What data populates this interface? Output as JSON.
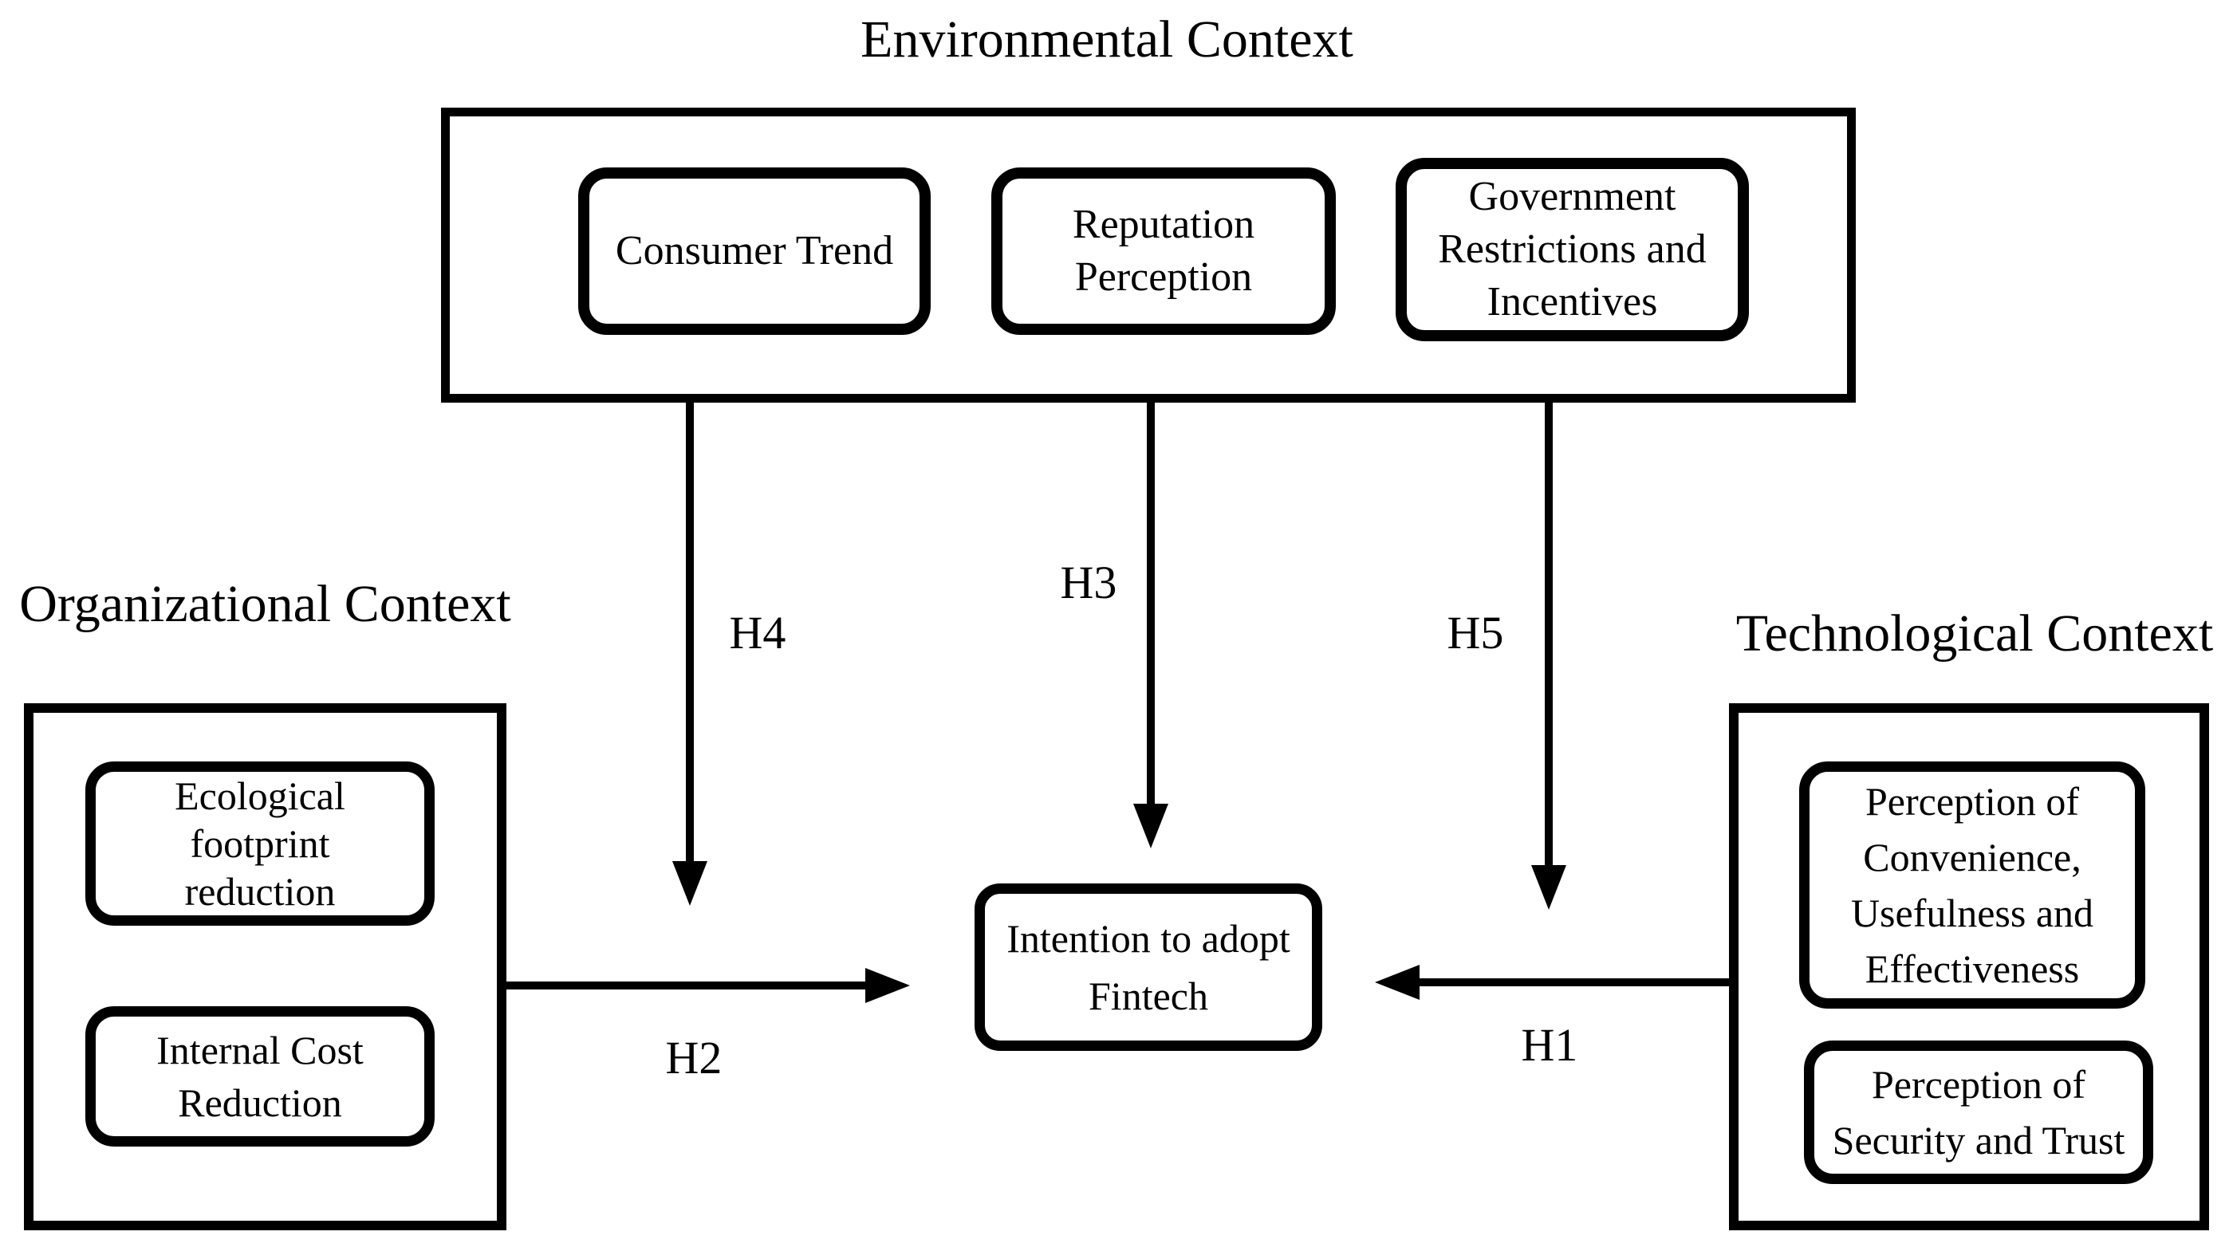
{
  "figure": {
    "colors": {
      "ink": "#000000",
      "background": "#ffffff"
    },
    "contexts": {
      "environmental": {
        "title": "Environmental Context",
        "factors": [
          "Consumer Trend",
          "Reputation\nPerception",
          "Government\nRestrictions and\nIncentives"
        ]
      },
      "organizational": {
        "title": "Organizational Context",
        "factors": [
          "Ecological\nfootprint\nreduction",
          "Internal Cost\nReduction"
        ]
      },
      "technological": {
        "title": "Technological Context",
        "factors": [
          "Perception of\nConvenience,\nUsefulness and\nEffectiveness",
          "Perception of\nSecurity and Trust"
        ]
      }
    },
    "outcome": "Intention to adopt\nFintech",
    "hypotheses": {
      "h1": "H1",
      "h2": "H2",
      "h3": "H3",
      "h4": "H4",
      "h5": "H5"
    },
    "arrows": [
      {
        "label": "H1",
        "from": "Technological Context",
        "to": "Intention to adopt Fintech",
        "direction": "left"
      },
      {
        "label": "H2",
        "from": "Organizational Context",
        "to": "Intention to adopt Fintech",
        "direction": "right"
      },
      {
        "label": "H3",
        "from": "Environmental Context (Reputation Perception)",
        "to": "Intention to adopt Fintech",
        "direction": "down"
      },
      {
        "label": "H4",
        "from": "Environmental Context (Consumer Trend)",
        "to": "Intention to adopt Fintech",
        "direction": "down"
      },
      {
        "label": "H5",
        "from": "Environmental Context (Government Restrictions and Incentives)",
        "to": "Intention to adopt Fintech",
        "direction": "down"
      }
    ]
  }
}
